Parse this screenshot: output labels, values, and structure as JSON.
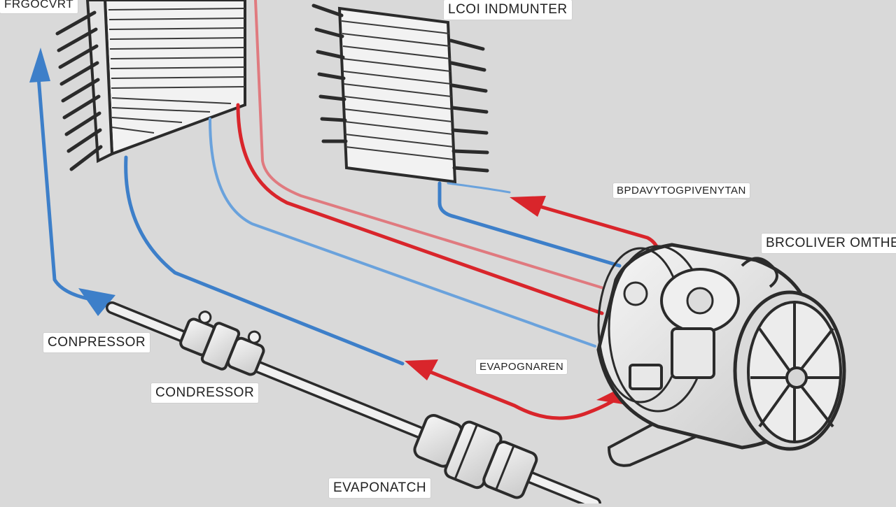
{
  "labels": {
    "top_left": "FRGOCVRT",
    "top_center": "LCOI INDMUNTER",
    "right_mid": "BPDAVYTOGPIVENYTAN",
    "right_upper": "BRCOLIVER OMTHER",
    "left_mid": "CONPRESSOR",
    "center_left": "CONDRESSOR",
    "center_right": "EVAPOGNAREN",
    "bottom": "EVAPONATCH"
  },
  "colors": {
    "background": "#d9d9d9",
    "hot_line": "#d9252b",
    "cold_line": "#3d7fc9",
    "outline": "#2b2b2b",
    "metal": "#e8e8e8",
    "label_bg": "#ffffff"
  },
  "icons": [
    "coil-heat-exchanger-icon",
    "compressor-motor-icon",
    "valve-fitting-icon",
    "flow-arrow-icon"
  ]
}
